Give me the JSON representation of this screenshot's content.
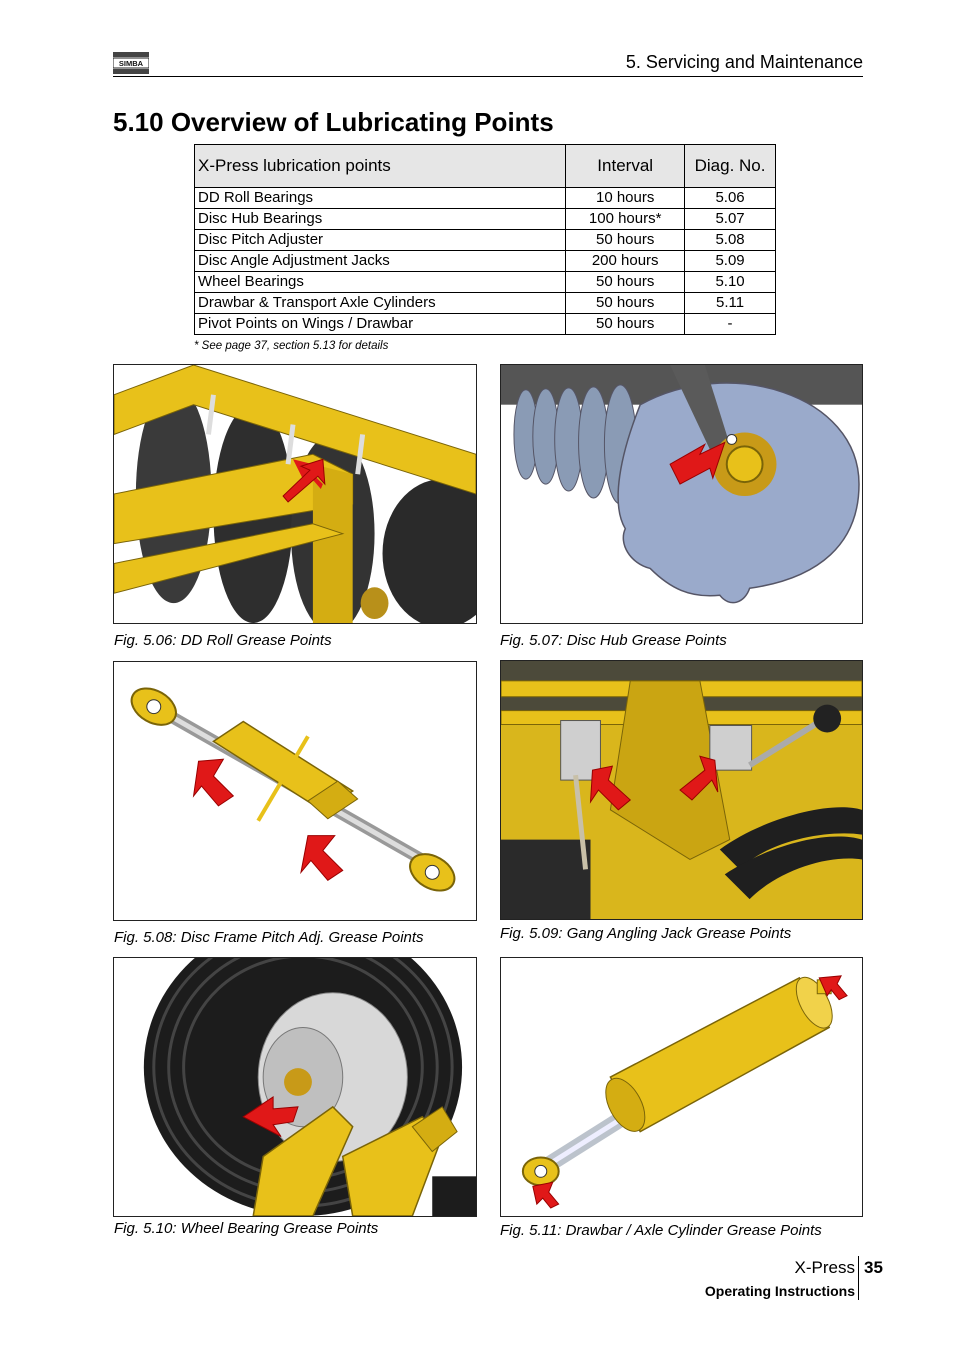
{
  "header": {
    "logo_text": "SIMBA",
    "section": "5. Servicing and Maintenance"
  },
  "title": "5.10 Overview of Lubricating Points",
  "table": {
    "headers": [
      "X-Press lubrication points",
      "Interval",
      "Diag. No."
    ],
    "rows": [
      [
        "DD Roll Bearings",
        "10 hours",
        "5.06"
      ],
      [
        "Disc Hub Bearings",
        "100 hours*",
        "5.07"
      ],
      [
        "Disc Pitch Adjuster",
        "50 hours",
        "5.08"
      ],
      [
        "Disc Angle Adjustment Jacks",
        "200 hours",
        "5.09"
      ],
      [
        "Wheel Bearings",
        "50 hours",
        "5.10"
      ],
      [
        "Drawbar & Transport Axle Cylinders",
        "50 hours",
        "5.11"
      ],
      [
        "Pivot Points on Wings / Drawbar",
        "50 hours",
        "-"
      ]
    ],
    "note": "* See page 37, section 5.13 for details"
  },
  "figures": [
    {
      "caption": "Fig. 5.06: DD Roll Grease Points"
    },
    {
      "caption": "Fig. 5.07: Disc Hub Grease Points"
    },
    {
      "caption": "Fig. 5.08: Disc Frame Pitch Adj. Grease Points"
    },
    {
      "caption": "Fig. 5.09: Gang Angling Jack Grease Points"
    },
    {
      "caption": "Fig. 5.10: Wheel Bearing Grease Points"
    },
    {
      "caption": "Fig. 5.11: Drawbar / Axle Cylinder Grease Points"
    }
  ],
  "colors": {
    "machine_yellow": "#e8c11a",
    "arrow_red": "#e01818",
    "steel": "#8a9bb5"
  },
  "footer": {
    "product": "X-Press",
    "page_number": "35",
    "subtitle": "Operating Instructions"
  }
}
